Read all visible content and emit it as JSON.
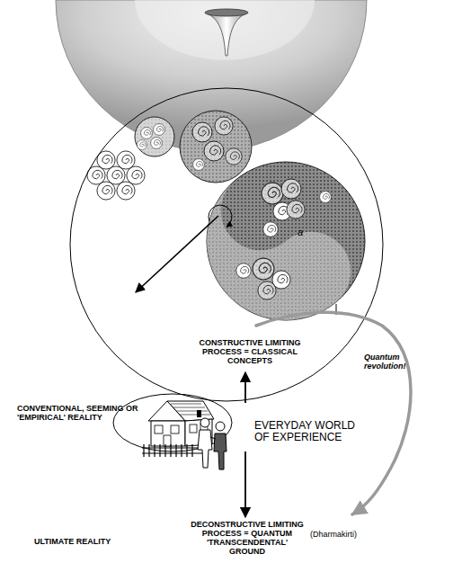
{
  "diagram": {
    "nodes": [
      {
        "text": [
          "CONSTRUCTIVE LIMITING PROCESS = CLASSICAL CONCEPTS"
        ]
      },
      {
        "text": [
          "CONVENTIONAL, SEEMING OR 'EMPIRICAL' REALITY"
        ]
      }
    ],
    "labels": [
      "a",
      "Quantum revolution!",
      "EVERYDAY WORLD OF EXPERIENCE",
      "DECONSTRUCTIVE LIMITING PROCESS = QUANTUM 'TRANSCENDENTAL' GROUND",
      "(Dharmakirti)",
      "ULTIMATE REALITY"
    ]
  }
}
